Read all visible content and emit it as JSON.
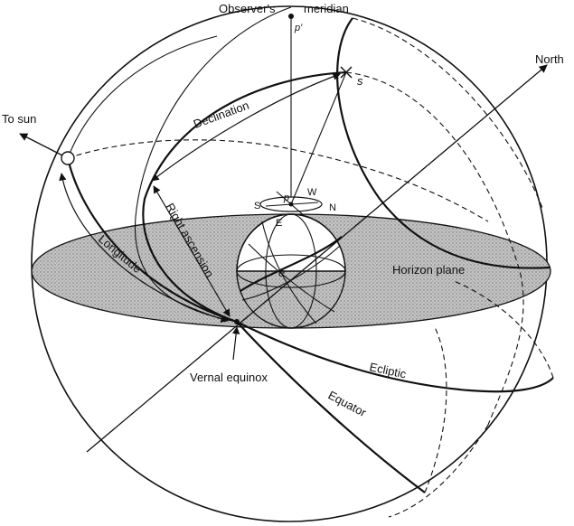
{
  "labels": {
    "observers": "Observer's",
    "meridian": "meridian",
    "p_prime": "p'",
    "s_point": "s",
    "north": "North",
    "to_sun": "To sun",
    "declination": "Declination",
    "right_ascension": "Right ascension",
    "longitude": "Longitude",
    "horizon_plane": "Horizon plane",
    "vernal_equinox": "Vernal equinox",
    "ecliptic": "Ecliptic",
    "equator": "Equator",
    "compass_s": "S",
    "compass_w": "W",
    "compass_n": "N",
    "compass_e": "E",
    "observer_p": "p",
    "earth_e": "e"
  },
  "colors": {
    "horizon_fill": "#b9b9b9",
    "ink": "#111111"
  }
}
